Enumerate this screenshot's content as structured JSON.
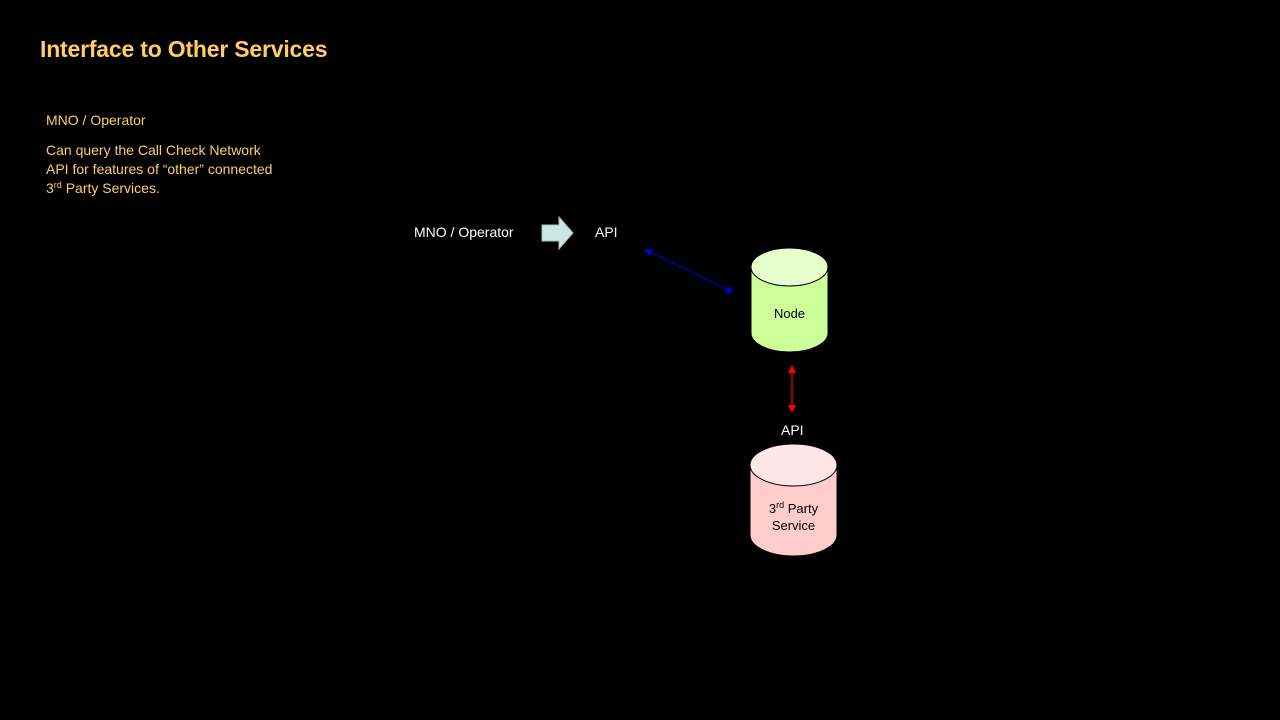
{
  "title": "Interface to Other Services",
  "sidebar": {
    "heading": "MNO / Operator",
    "desc_pre": "Can query the Call Check Network API for features of “other” connected 3",
    "desc_sup": "rd",
    "desc_post": " Party Services."
  },
  "flow": {
    "source_label": "MNO / Operator",
    "api_label": "API"
  },
  "node": {
    "label": "Node",
    "fill": "#ccff99",
    "top_fill": "#e6ffcc"
  },
  "lower_api_label": "API",
  "third_party": {
    "label_pre": "3",
    "label_sup": "rd",
    "label_mid": " Party",
    "label_line2": "Service",
    "fill": "#ffcccc",
    "top_fill": "#ffe6e6"
  },
  "colors": {
    "title": "#ffcc66",
    "background": "#000000",
    "arrow_fill": "#cce6e6",
    "api_node_connector": "#0000cc",
    "node_third_party_connector": "#ff0000"
  }
}
